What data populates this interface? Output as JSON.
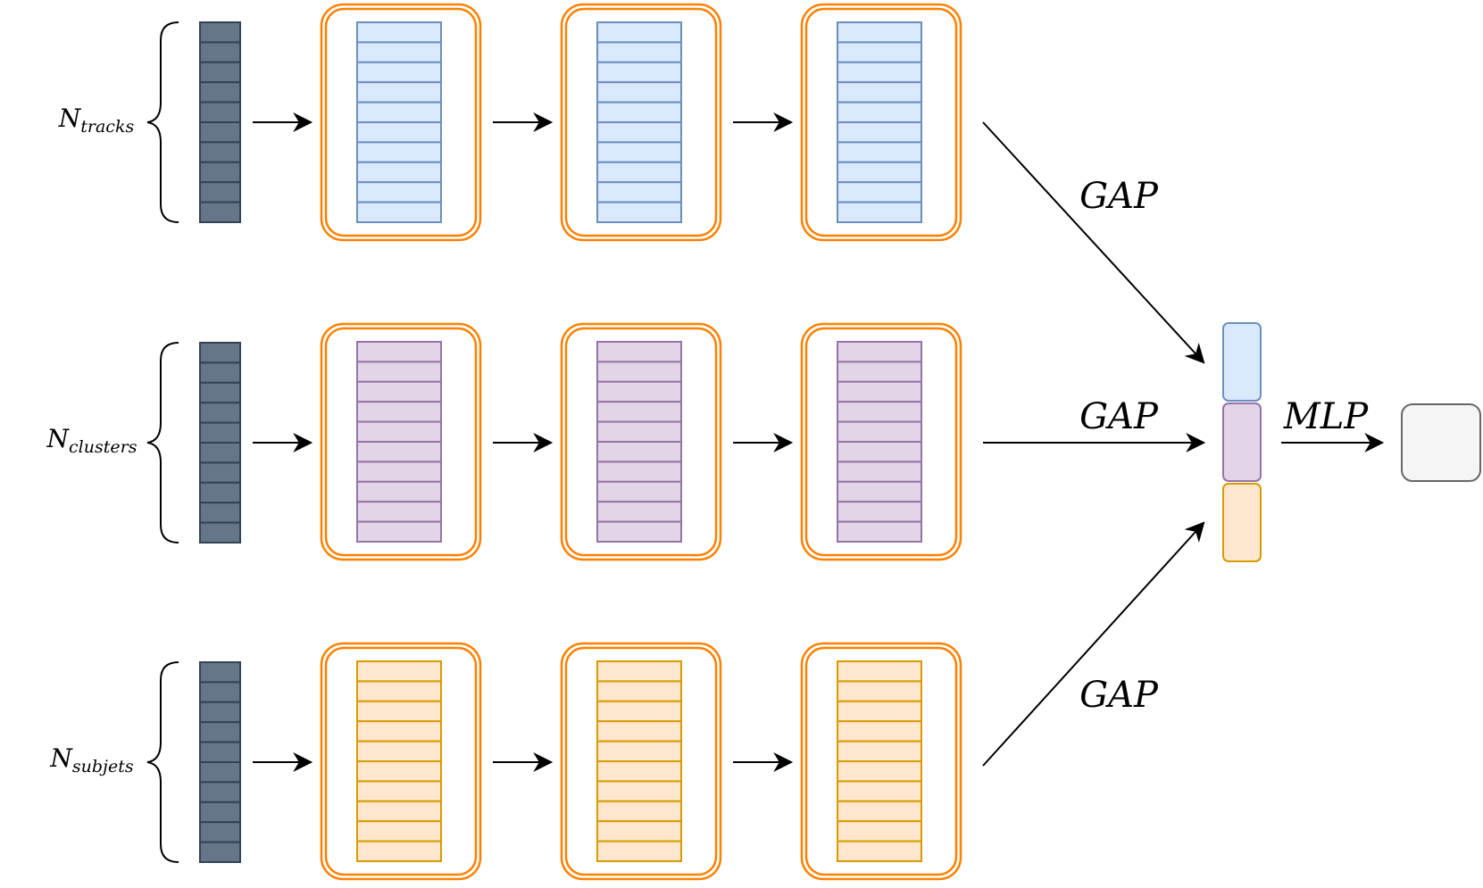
{
  "branches": [
    {
      "id": "tracks",
      "label_main": "N",
      "label_sub": "tracks",
      "gap_label": "GAP",
      "input_cell_count": 10,
      "block_cell_count": 10,
      "block_count": 3,
      "colors": {
        "cell_fill": "#dae8fc",
        "cell_stroke": "#6c8ebf"
      }
    },
    {
      "id": "clusters",
      "label_main": "N",
      "label_sub": "clusters",
      "gap_label": "GAP",
      "input_cell_count": 10,
      "block_cell_count": 10,
      "block_count": 3,
      "colors": {
        "cell_fill": "#e1d5e7",
        "cell_stroke": "#9673a6"
      }
    },
    {
      "id": "subjets",
      "label_main": "N",
      "label_sub": "subjets",
      "gap_label": "GAP",
      "input_cell_count": 10,
      "block_cell_count": 10,
      "block_count": 3,
      "colors": {
        "cell_fill": "#ffe6cc",
        "cell_stroke": "#d79b00"
      }
    }
  ],
  "mlp_label": "MLP",
  "colors": {
    "input_fill": "#647687",
    "input_stroke": "#314354",
    "block_frame": "#ff8000",
    "arrow": "#000000",
    "output_fill": "#f5f5f5",
    "output_stroke": "#666666"
  }
}
